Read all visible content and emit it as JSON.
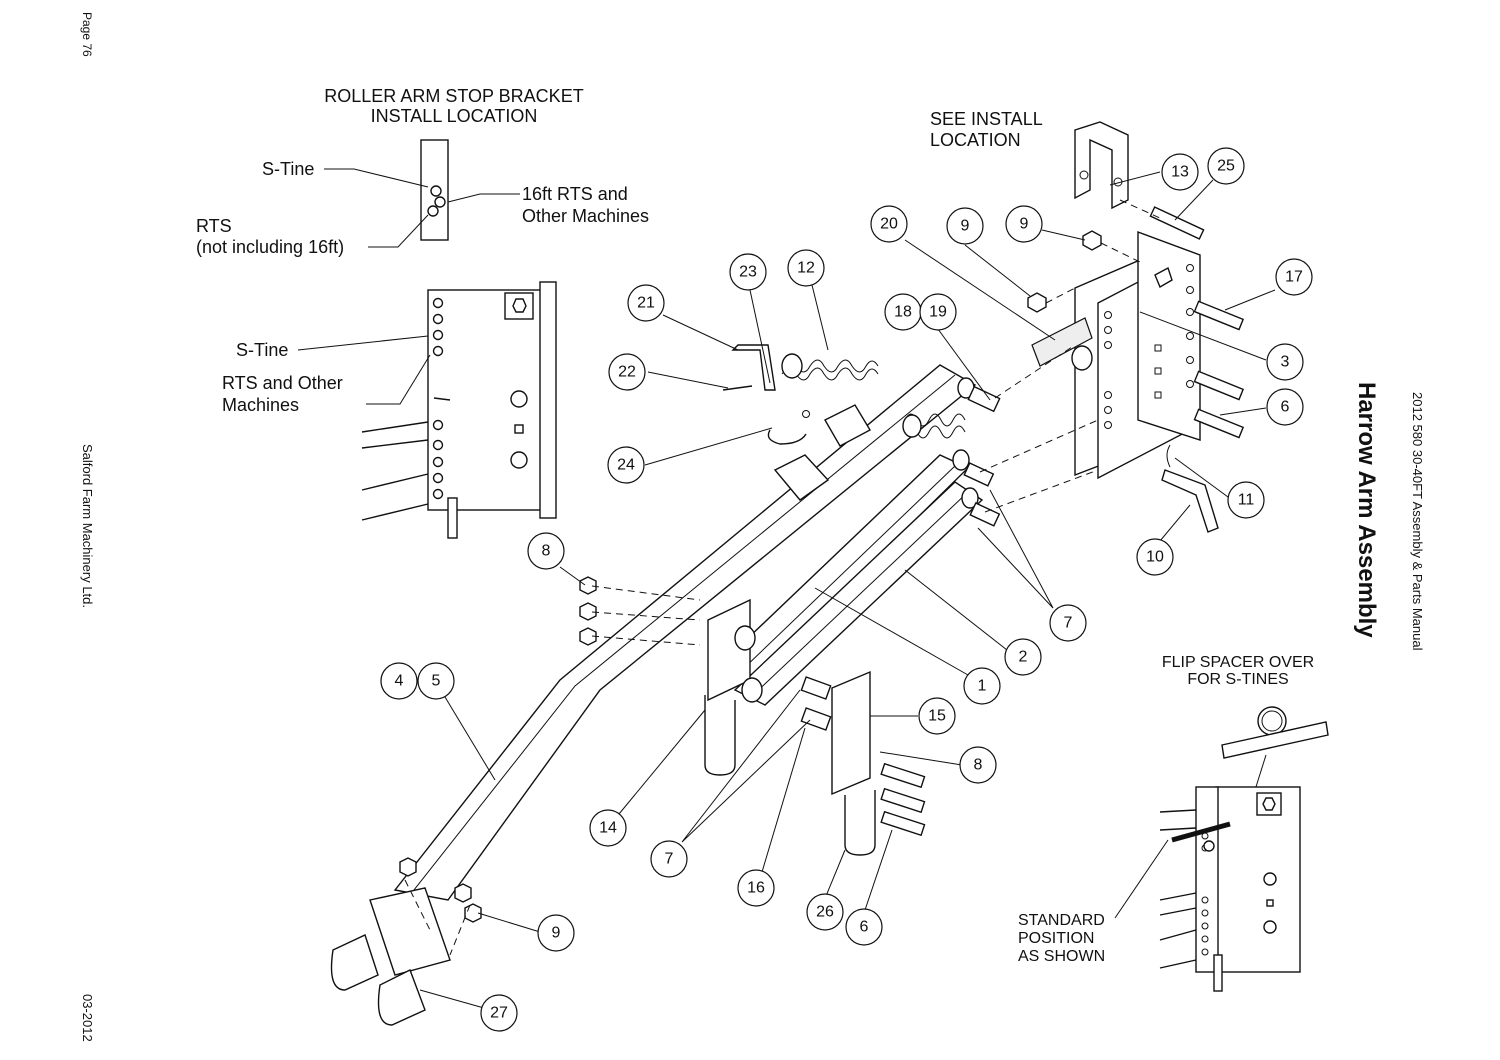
{
  "side": {
    "page": "Page 76",
    "publisher": "Salford Farm Machinery Ltd.",
    "date": "03-2012",
    "title": "Harrow Arm Assembly",
    "manual": "2012 580 30-40FT Assembly & Parts Manual"
  },
  "detail_top": {
    "heading_line1": "ROLLER ARM STOP BRACKET",
    "heading_line2": "INSTALL LOCATION",
    "stine": "S-Tine",
    "rts16_line1": "16ft RTS and",
    "rts16_line2": "Other Machines",
    "rts_line1": "RTS",
    "rts_line2": "(not including 16ft)"
  },
  "detail_left": {
    "stine": "S-Tine",
    "rts_line1": "RTS and Other",
    "rts_line2": "Machines"
  },
  "see_install": {
    "line1": "SEE INSTALL",
    "line2": "LOCATION"
  },
  "flip_spacer": {
    "line1": "FLIP SPACER OVER",
    "line2": "FOR S-TINES"
  },
  "standard": {
    "line1": "STANDARD",
    "line2": "POSITION",
    "line3": "AS SHOWN"
  },
  "callouts": [
    "13",
    "25",
    "9",
    "9",
    "20",
    "17",
    "12",
    "23",
    "21",
    "18",
    "19",
    "3",
    "22",
    "6",
    "24",
    "11",
    "10",
    "8",
    "7",
    "2",
    "1",
    "4",
    "5",
    "15",
    "8",
    "14",
    "7",
    "16",
    "26",
    "6",
    "9",
    "27"
  ]
}
